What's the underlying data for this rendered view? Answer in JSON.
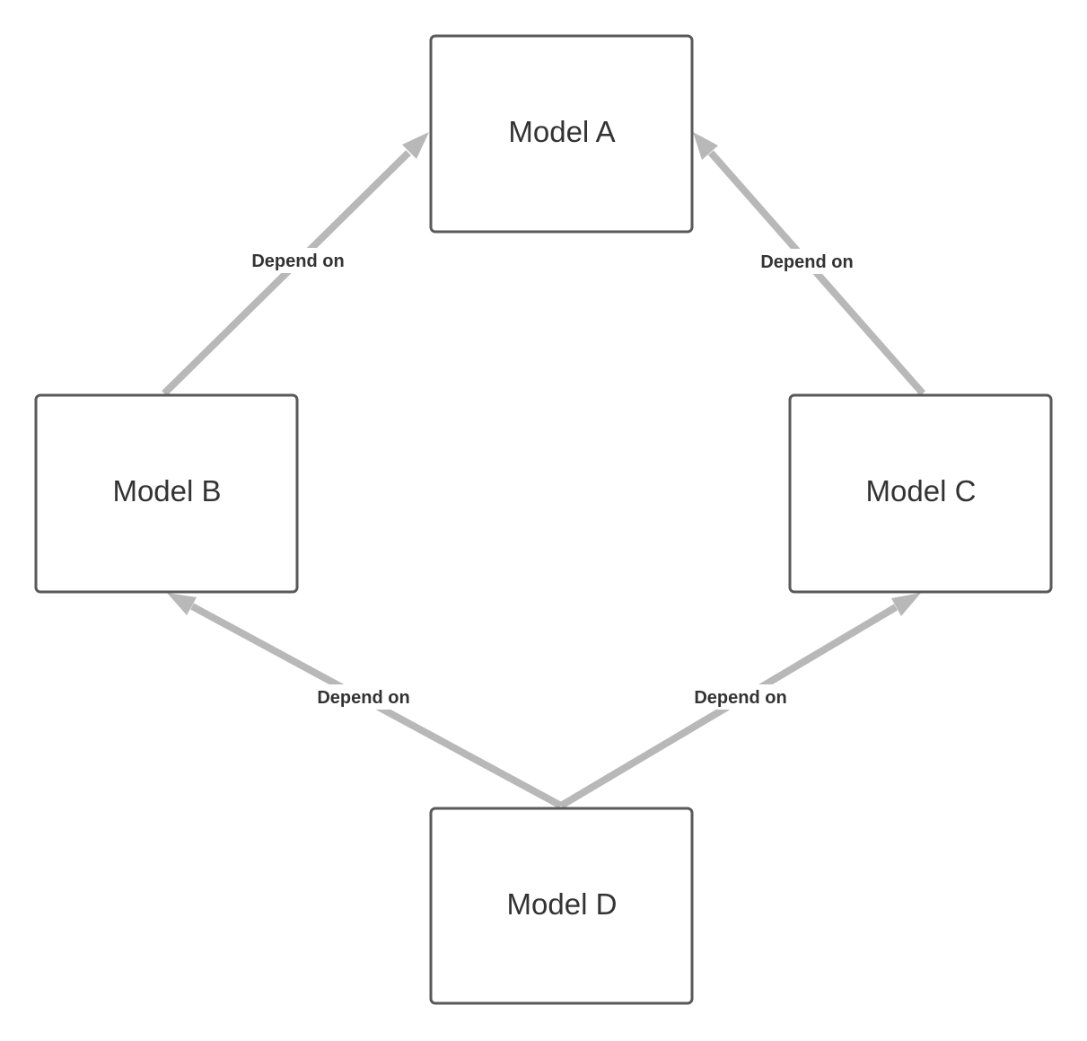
{
  "nodes": {
    "a": {
      "label": "Model A"
    },
    "b": {
      "label": "Model B"
    },
    "c": {
      "label": "Model C"
    },
    "d": {
      "label": "Model D"
    }
  },
  "edges": [
    {
      "from": "Model B",
      "to": "Model A",
      "label": "Depend on"
    },
    {
      "from": "Model C",
      "to": "Model A",
      "label": "Depend on"
    },
    {
      "from": "Model D",
      "to": "Model B",
      "label": "Depend on"
    },
    {
      "from": "Model D",
      "to": "Model C",
      "label": "Depend on"
    }
  ],
  "colors": {
    "edge": "#b8b8b8",
    "node_border": "#595959",
    "text": "#333333",
    "background": "#ffffff"
  }
}
